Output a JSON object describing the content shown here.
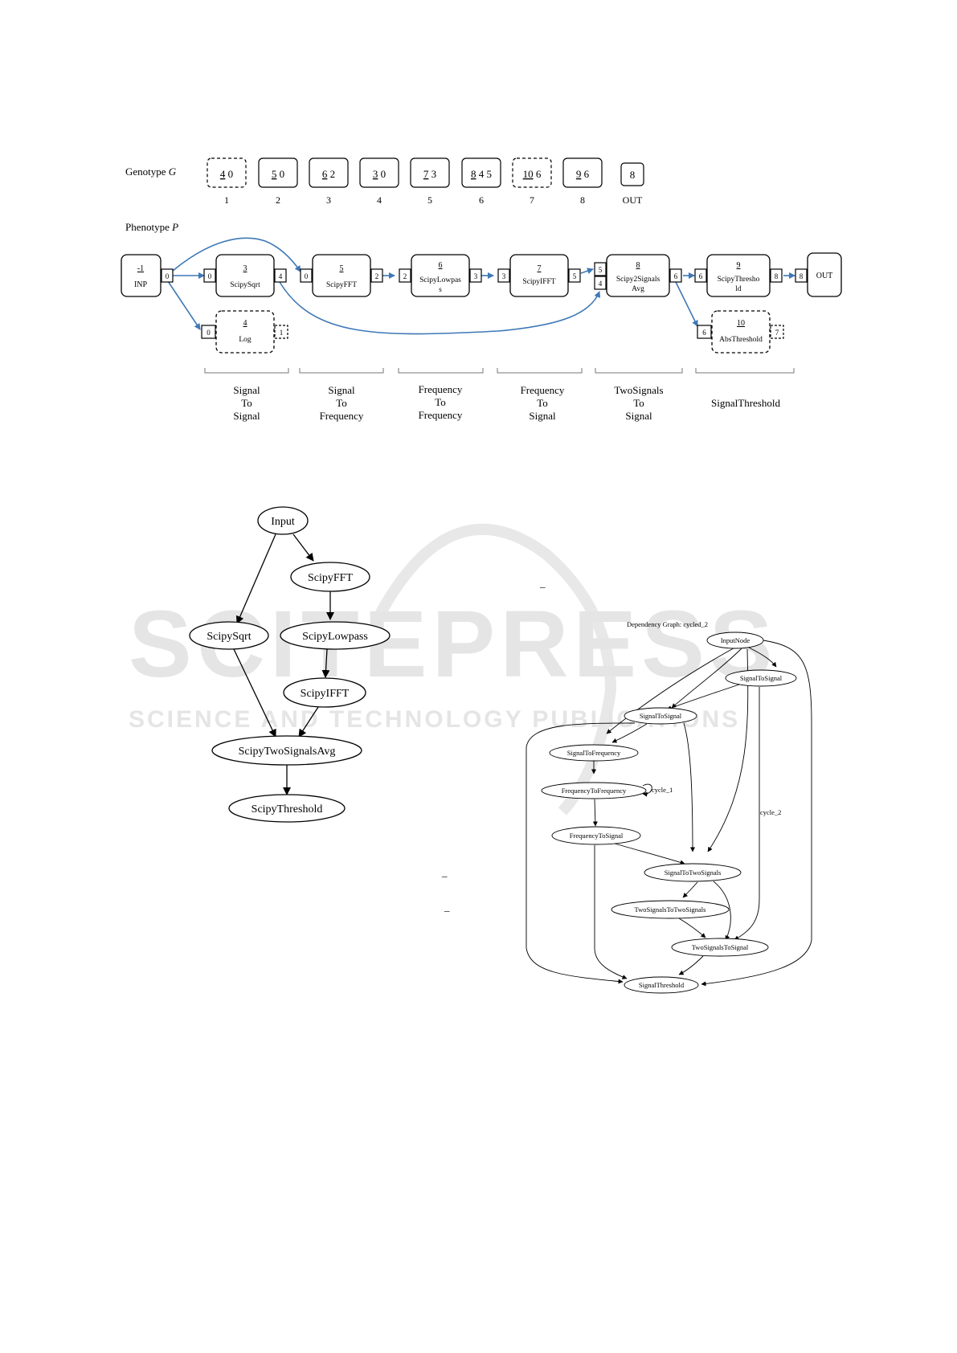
{
  "figure1": {
    "genotype_label": "Genotype ",
    "genotype_symbol": "G",
    "phenotype_label": "Phenotype ",
    "phenotype_symbol": "P",
    "genes": [
      {
        "id": "4",
        "rest": " 0",
        "index": "1",
        "inactive": true
      },
      {
        "id": "5",
        "rest": " 0",
        "index": "2",
        "inactive": false
      },
      {
        "id": "6",
        "rest": " 2",
        "index": "3",
        "inactive": false
      },
      {
        "id": "3",
        "rest": " 0",
        "index": "4",
        "inactive": false
      },
      {
        "id": "7",
        "rest": " 3",
        "index": "5",
        "inactive": false
      },
      {
        "id": "8",
        "rest": " 4 5",
        "index": "6",
        "inactive": false
      },
      {
        "id": "10",
        "rest": " 6",
        "index": "7",
        "inactive": true
      },
      {
        "id": "9",
        "rest": " 6",
        "index": "8",
        "inactive": false
      },
      {
        "id": "",
        "rest": "8",
        "index": "OUT",
        "inactive": false
      }
    ],
    "nodes": {
      "inp": {
        "id": "-1",
        "name": "INP",
        "out": "0"
      },
      "sqrt": {
        "id": "3",
        "name": "ScipySqrt",
        "in": "0",
        "out": "4"
      },
      "fft": {
        "id": "5",
        "name": "ScipyFFT",
        "in": "0",
        "out": "2"
      },
      "lowpass": {
        "id": "6",
        "name1": "ScipyLowpas",
        "name2": "s",
        "in": "2",
        "out": "3"
      },
      "ifft": {
        "id": "7",
        "name": "ScipyIFFT",
        "in": "3",
        "out": "5"
      },
      "avg": {
        "id": "8",
        "name1": "Scipy2Signals",
        "name2": "Avg",
        "in1": "5",
        "in2": "4",
        "out": "6"
      },
      "thresh": {
        "id": "9",
        "name1": "ScipyThresho",
        "name2": "ld",
        "in": "6",
        "out": "8"
      },
      "out": {
        "name": "OUT",
        "in": "8"
      },
      "log": {
        "id": "4",
        "name": "Log",
        "in": "0",
        "out": "1"
      },
      "abs": {
        "id": "10",
        "name": "AbsThreshold",
        "in": "6",
        "out": "7"
      }
    },
    "groups": [
      {
        "l1": "Signal",
        "l2": "To",
        "l3": "Signal"
      },
      {
        "l1": "Signal",
        "l2": "To",
        "l3": "Frequency"
      },
      {
        "l1": "Frequency",
        "l2": "To",
        "l3": "Frequency"
      },
      {
        "l1": "Frequency",
        "l2": "To",
        "l3": "Signal"
      },
      {
        "l1": "TwoSignals",
        "l2": "To",
        "l3": "Signal"
      },
      {
        "l1": "SignalThreshold"
      }
    ]
  },
  "figure2": {
    "nodes": {
      "input": "Input",
      "fft": "ScipyFFT",
      "sqrt": "ScipySqrt",
      "lowpass": "ScipyLowpass",
      "ifft": "ScipyIFFT",
      "avg": "ScipyTwoSignalsAvg",
      "threshold": "ScipyThreshold"
    }
  },
  "figure3": {
    "title": "Dependency Graph: cycled_2",
    "nodes": {
      "input": "InputNode",
      "s2s_a": "SignalToSignal",
      "s2s_b": "SignalToSignal",
      "s2f": "SignalToFrequency",
      "f2f": "FrequencyToFrequency",
      "f2s": "FrequencyToSignal",
      "s2ts": "SignalToTwoSignals",
      "ts2ts": "TwoSignalsToTwoSignals",
      "ts2s": "TwoSignalsToSignal",
      "threshold": "SignalThreshold"
    },
    "edge_labels": {
      "cycle1": "cycle_1",
      "cycle2": "cycle_2"
    }
  },
  "watermark": {
    "line1": "SCITEPRESS",
    "line2": "SCIENCE AND TECHNOLOGY PUBLICATIONS"
  },
  "stray": {
    "mark": "_"
  }
}
